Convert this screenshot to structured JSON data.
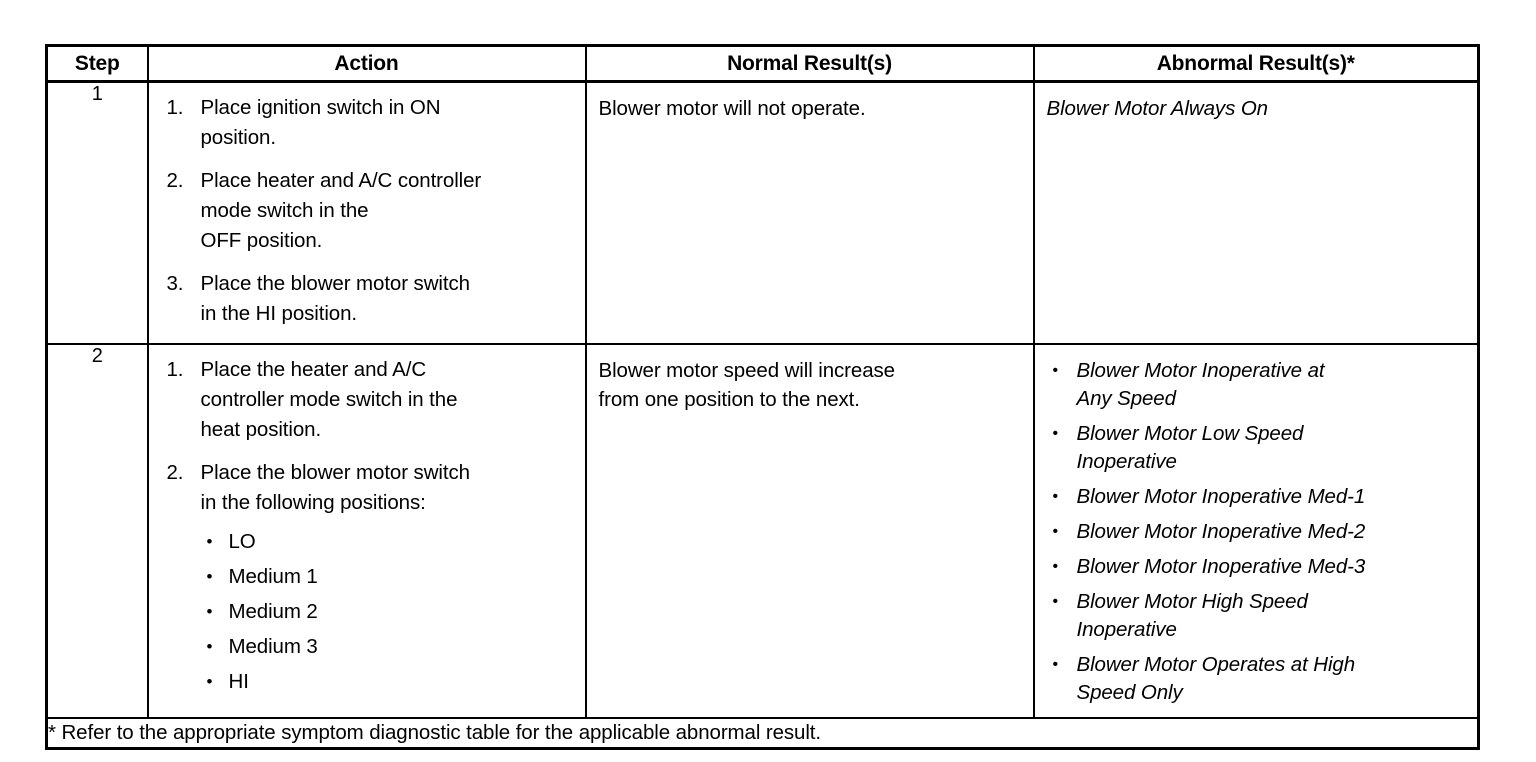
{
  "table": {
    "headers": {
      "step": "Step",
      "action": "Action",
      "normal": "Normal Result(s)",
      "abnormal": "Abnormal Result(s)*"
    },
    "rows": [
      {
        "step": "1",
        "action_items": [
          {
            "marker": "1.",
            "lines": [
              "Place ignition switch in ON",
              "position."
            ]
          },
          {
            "marker": "2.",
            "lines": [
              "Place heater and A/C controller",
              "mode switch in the",
              "OFF position."
            ]
          },
          {
            "marker": "3.",
            "lines": [
              "Place the blower motor switch",
              "in the HI position."
            ]
          }
        ],
        "normal_lines": [
          "Blower motor will not operate."
        ],
        "abnormal_single": "Blower Motor Always On",
        "abnormal_items": []
      },
      {
        "step": "2",
        "action_items": [
          {
            "marker": "1.",
            "lines": [
              "Place the heater and A/C",
              "controller mode switch in the",
              "heat position."
            ]
          },
          {
            "marker": "2.",
            "lines": [
              "Place the blower motor switch",
              "in the following positions:"
            ],
            "bullets": [
              "LO",
              "Medium 1",
              "Medium 2",
              "Medium 3",
              "HI"
            ]
          }
        ],
        "normal_lines": [
          "Blower motor speed will increase",
          "from one position to the next."
        ],
        "abnormal_single": "",
        "abnormal_items": [
          {
            "lines": [
              "Blower Motor Inoperative at",
              "Any Speed"
            ]
          },
          {
            "lines": [
              "Blower Motor Low Speed",
              "Inoperative"
            ]
          },
          {
            "lines": [
              "Blower Motor Inoperative Med-1"
            ]
          },
          {
            "lines": [
              "Blower Motor Inoperative Med-2"
            ]
          },
          {
            "lines": [
              "Blower Motor Inoperative Med-3"
            ]
          },
          {
            "lines": [
              "Blower Motor High Speed",
              "Inoperative"
            ]
          },
          {
            "lines": [
              "Blower Motor Operates at High",
              "Speed Only"
            ]
          }
        ]
      }
    ],
    "footnote": "* Refer to the appropriate symptom diagnostic table for the applicable abnormal result.",
    "bullet_glyph": "•"
  }
}
